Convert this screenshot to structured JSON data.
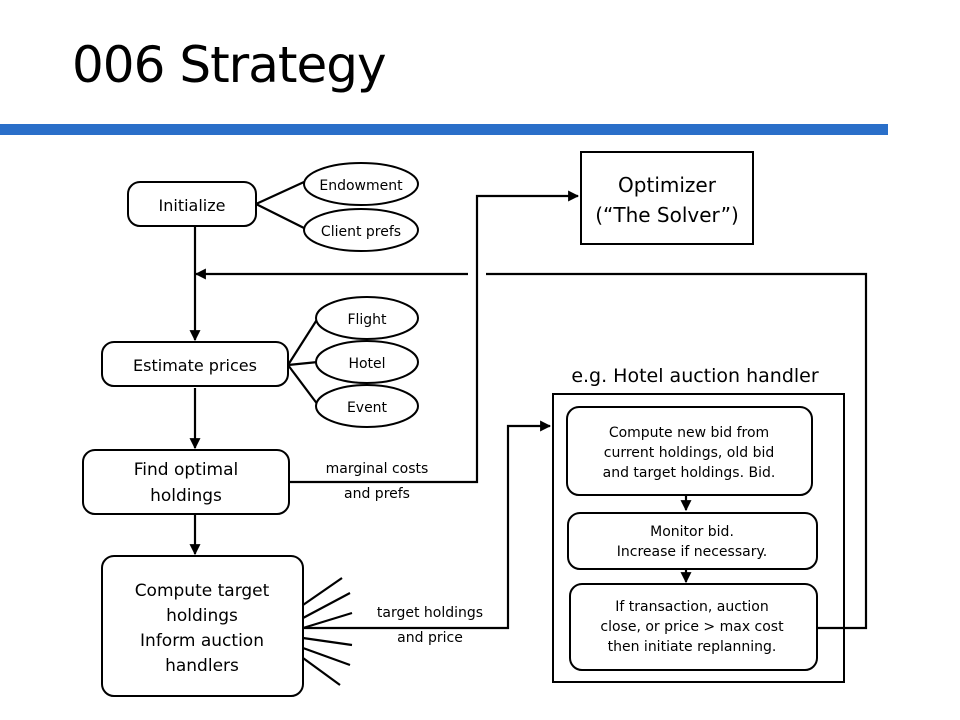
{
  "slide": {
    "title": "006 Strategy"
  },
  "diagram": {
    "initialize": "Initialize",
    "endowment": "Endowment",
    "client_prefs": "Client prefs",
    "optimizer_line1": "Optimizer",
    "optimizer_line2": "(“The Solver”)",
    "estimate_prices": "Estimate prices",
    "flight": "Flight",
    "hotel": "Hotel",
    "event": "Event",
    "find_optimal_line1": "Find optimal",
    "find_optimal_line2": "holdings",
    "marginal_costs_line1": "marginal costs",
    "marginal_costs_line2": "and prefs",
    "compute_target_line1": "Compute target",
    "compute_target_line2": "holdings",
    "compute_target_line3": "Inform auction",
    "compute_target_line4": "handlers",
    "target_holdings_line1": "target holdings",
    "target_holdings_line2": "and price",
    "hotel_handler_title": "e.g. Hotel auction handler",
    "compute_bid_line1": "Compute new bid from",
    "compute_bid_line2": "current holdings, old bid",
    "compute_bid_line3": "and target holdings.  Bid.",
    "monitor_line1": "Monitor bid.",
    "monitor_line2": "Increase if necessary.",
    "transaction_line1": "If transaction, auction",
    "transaction_line2": "close, or price > max cost",
    "transaction_line3": "then initiate replanning."
  },
  "colors": {
    "title_bar": "#2a6fc9"
  }
}
